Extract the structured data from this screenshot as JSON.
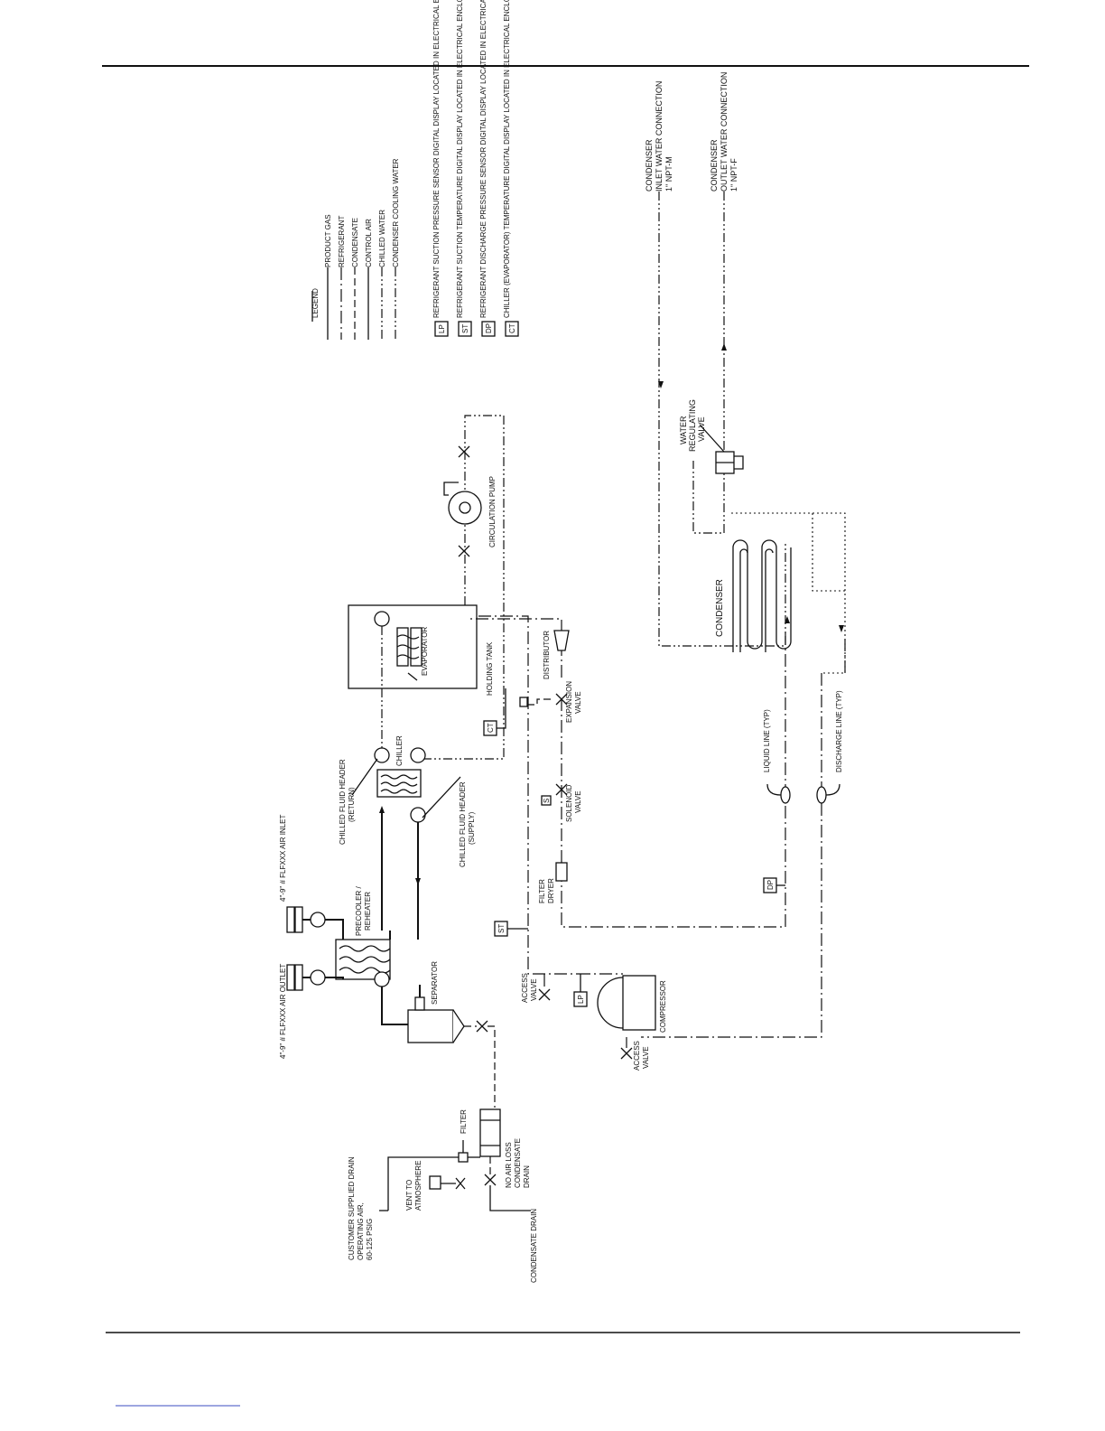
{
  "legend": {
    "title": "LEGEND",
    "lines": [
      {
        "style": "solid",
        "label": "PRODUCT GAS"
      },
      {
        "style": "dash-dot",
        "label": "REFRIGERANT"
      },
      {
        "style": "dashed",
        "label": "CONDENSATE"
      },
      {
        "style": "solid",
        "label": "CONTROL AIR"
      },
      {
        "style": "dash-dot-dot",
        "label": "CHILLED WATER"
      },
      {
        "style": "dash-dot-dot",
        "label": "CONDENSER COOLING WATER"
      }
    ],
    "symbols": [
      {
        "code": "LP",
        "label": "REFRIGERANT SUCTION PRESSURE SENSOR DIGITAL DISPLAY LOCATED IN ELECTRICAL ENCLOSURE"
      },
      {
        "code": "ST",
        "label": "REFRIGERANT SUCTION TEMPERATURE DIGITAL DISPLAY LOCATED IN ELECTRICAL ENCLOSURE"
      },
      {
        "code": "DP",
        "label": "REFRIGERANT DISCHARGE PRESSURE SENSOR DIGITAL DISPLAY LOCATED IN ELECTRICAL ENCLOSURE"
      },
      {
        "code": "CT",
        "label": "CHILLER (EVAPORATOR) TEMPERATURE DIGITAL DISPLAY LOCATED IN ELECTRICAL ENCLOSURE"
      }
    ]
  },
  "labels": {
    "air_outlet": "4\"-9\" # FLFXXX AIR OUTLET",
    "air_inlet": "4\"-9\" # FLFXXX AIR INLET",
    "precooler_1": "PRECOOLER /",
    "precooler_2": "REHEATER",
    "separator": "SEPARATOR",
    "chilled_return_1": "CHILLED FLUID HEADER",
    "chilled_return_2": "(RETURN)",
    "chilled_supply_1": "CHILLED FLUID HEADER",
    "chilled_supply_2": "(SUPPLY)",
    "chiller": "CHILLER",
    "evaporator": "EVAPORATOR",
    "holding_tank": "HOLDING TANK",
    "circulation_pump": "CIRCULATION PUMP",
    "distributor": "DISTRIBUTOR",
    "expansion_1": "EXPANSION",
    "expansion_2": "VALVE",
    "solenoid_1": "SOLENOID",
    "solenoid_2": "VALVE",
    "filter_dryer_1": "FILTER",
    "filter_dryer_2": "DRYER",
    "access_valve_1a": "ACCESS",
    "access_valve_1b": "VALVE",
    "access_valve_2a": "ACCESS",
    "access_valve_2b": "VALVE",
    "compressor": "COMPRESSOR",
    "liquid_line": "LIQUID LINE (TYP)",
    "discharge_line": "DISCHARGE LINE (TYP)",
    "condenser": "CONDENSER",
    "water_reg_1": "WATER",
    "water_reg_2": "REGULATING",
    "water_reg_3": "VALVE",
    "cond_inlet_1": "CONDENSER",
    "cond_inlet_2": "INLET WATER CONNECTION",
    "cond_inlet_3": "1\" NPT-M",
    "cond_outlet_1": "CONDENSER",
    "cond_outlet_2": "OUTLET WATER CONNECTION",
    "cond_outlet_3": "1\" NPT-F",
    "customer_drain_1": "CUSTOMER SUPPLIED DRAIN",
    "customer_drain_2": "OPERATING AIR,",
    "customer_drain_3": "60-125 PSIG",
    "vent_1": "VENT TO",
    "vent_2": "ATMOSPHERE",
    "filter": "FILTER",
    "no_loss_1": "NO AIR LOSS",
    "no_loss_2": "CONDENSATE",
    "no_loss_3": "DRAIN",
    "condensate_drain": "CONDENSATE DRAIN"
  },
  "tags": {
    "ct": "CT",
    "st": "ST",
    "dp": "DP",
    "lp": "LP",
    "sv": "S"
  }
}
